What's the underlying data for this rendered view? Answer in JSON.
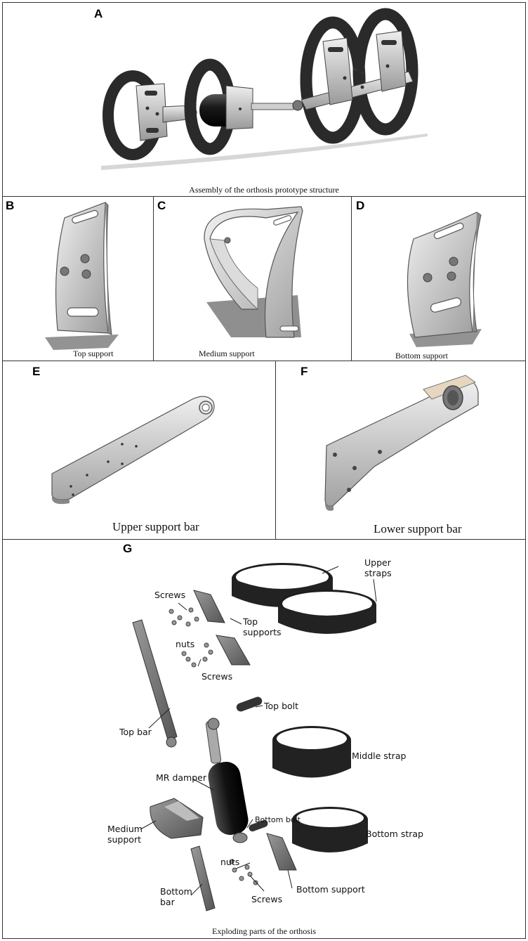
{
  "panels": {
    "a": {
      "letter": "A",
      "caption": "Assembly of the orthosis prototype structure"
    },
    "b": {
      "letter": "B",
      "caption": "Top support"
    },
    "c": {
      "letter": "C",
      "caption": "Medium support"
    },
    "d": {
      "letter": "D",
      "caption": "Bottom support"
    },
    "e": {
      "letter": "E",
      "caption": "Upper support bar"
    },
    "f": {
      "letter": "F",
      "caption": "Lower support bar"
    },
    "g": {
      "letter": "G",
      "caption": "Exploding parts of the orthosis",
      "labels": {
        "upper_straps_1": "Upper",
        "upper_straps_2": "straps",
        "screws_top": "Screws",
        "top_supports_1": "Top",
        "top_supports_2": "supports",
        "nuts_top": "nuts",
        "screws_mid": "Screws",
        "top_bolt": "Top bolt",
        "top_bar": "Top bar",
        "middle_strap": "Middle strap",
        "mr_damper": "MR damper",
        "bottom_bolt": "Bottom bolt",
        "medium_support_1": "Medium",
        "medium_support_2": "support",
        "bottom_strap": "Bottom strap",
        "nuts_bottom": "nuts",
        "bottom_bar_1": "Bottom",
        "bottom_bar_2": "bar",
        "screws_bottom": "Screws",
        "bottom_support": "Bottom support"
      }
    }
  },
  "colors": {
    "metal_light": "#d6d6d6",
    "metal_dark": "#8a8a8a",
    "strap": "#2a2a2a",
    "damper": "#1c1c1c"
  }
}
